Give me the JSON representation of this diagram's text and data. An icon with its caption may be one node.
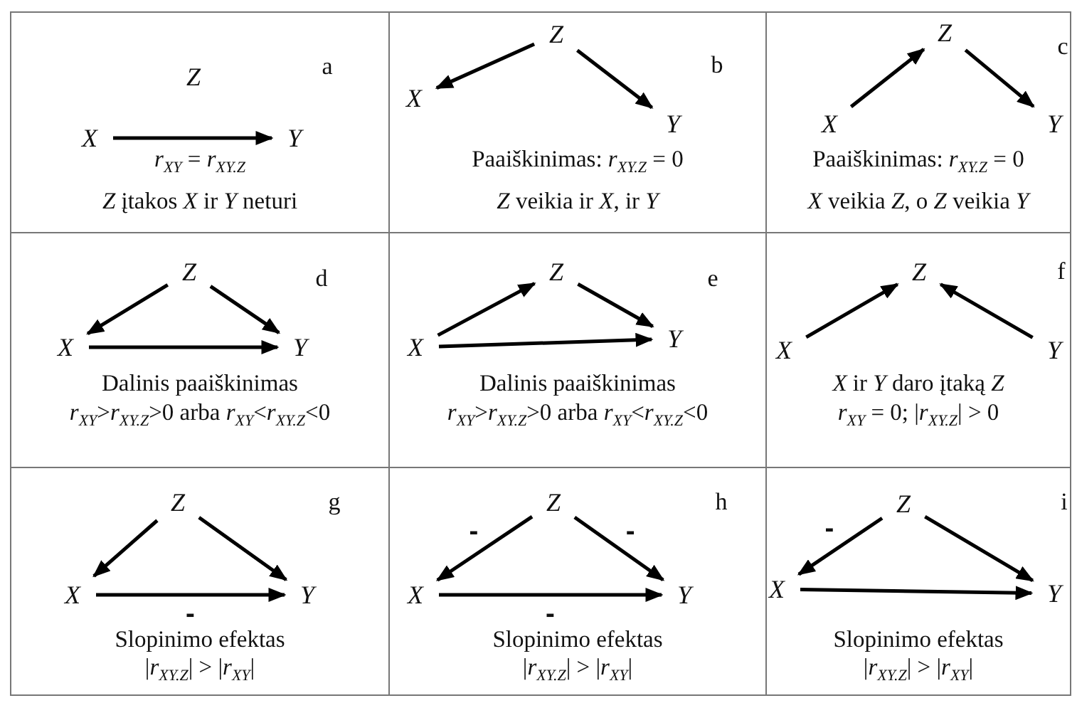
{
  "diagram": {
    "nodes": [
      {
        "text": [
          "a",
          "*r*$_{XY}$ = *r*$_{XY.Z}$",
          "*Z* įtakos *X* ir *Y* neturi"
        ]
      },
      {
        "text": [
          "Z"
        ],
        "in": 0
      },
      {
        "text": [
          "X"
        ],
        "in": 0
      },
      {
        "text": [
          "Y"
        ],
        "in": 0
      },
      {
        "text": [
          "b",
          "Paaiškinimas: *r*$_{XY.Z}$ = 0",
          "*Z* veikia ir *X*, ir *Y*"
        ]
      },
      {
        "text": [
          "Z"
        ],
        "in": 4
      },
      {
        "text": [
          "X"
        ],
        "in": 4
      },
      {
        "text": [
          "Y"
        ],
        "in": 4
      },
      {
        "text": [
          "c",
          "Paaiškinimas: *r*$_{XY.Z}$ = 0",
          "*X* veikia *Z*, o *Z* veikia *Y*"
        ]
      },
      {
        "text": [
          "Z"
        ],
        "in": 8
      },
      {
        "text": [
          "X"
        ],
        "in": 8
      },
      {
        "text": [
          "Y"
        ],
        "in": 8
      },
      {
        "text": [
          "d",
          "Dalinis paaiškinimas",
          "*r*$_{XY}$>*r*$_{XY.Z}$>0 arba *r*$_{XY}$<*r*$_{XY.Z}$<0"
        ]
      },
      {
        "text": [
          "Z"
        ],
        "in": 12
      },
      {
        "text": [
          "X"
        ],
        "in": 12
      },
      {
        "text": [
          "Y"
        ],
        "in": 12
      },
      {
        "text": [
          "e",
          "Dalinis paaiškinimas",
          "*r*$_{XY}$>*r*$_{XY.Z}$>0 arba *r*$_{XY}$<*r*$_{XY.Z}$<0"
        ]
      },
      {
        "text": [
          "Z"
        ],
        "in": 16
      },
      {
        "text": [
          "X"
        ],
        "in": 16
      },
      {
        "text": [
          "Y"
        ],
        "in": 16
      },
      {
        "text": [
          "f",
          "*X* ir *Y* daro įtaką *Z*",
          "*r*$_{XY}$ = 0; |*r*$_{XY.Z}$| > 0"
        ]
      },
      {
        "text": [
          "Z"
        ],
        "in": 20
      },
      {
        "text": [
          "X"
        ],
        "in": 20
      },
      {
        "text": [
          "Y"
        ],
        "in": 20
      },
      {
        "text": [
          "g",
          "Slopinimo efektas",
          "|*r*$_{XY.Z}$| > |*r*$_{XY}$|"
        ]
      },
      {
        "text": [
          "Z"
        ],
        "in": 24
      },
      {
        "text": [
          "X"
        ],
        "in": 24
      },
      {
        "text": [
          "Y"
        ],
        "in": 24
      },
      {
        "text": [
          "h",
          "Slopinimo efektas",
          "|*r*$_{XY.Z}$| > |*r*$_{XY}$|"
        ]
      },
      {
        "text": [
          "Z"
        ],
        "in": 28
      },
      {
        "text": [
          "X"
        ],
        "in": 28
      },
      {
        "text": [
          "Y"
        ],
        "in": 28
      },
      {
        "text": [
          "i",
          "Slopinimo efektas",
          "|*r*$_{XY.Z}$| > |*r*$_{XY}$|"
        ]
      },
      {
        "text": [
          "Z"
        ],
        "in": 32
      },
      {
        "text": [
          "X"
        ],
        "in": 32
      },
      {
        "text": [
          "Y"
        ],
        "in": 32
      }
    ],
    "edges": [
      {
        "from": 2,
        "to": 3,
        "arrow": "to"
      },
      {
        "from": 5,
        "to": 6,
        "arrow": "to"
      },
      {
        "from": 5,
        "to": 7,
        "arrow": "to"
      },
      {
        "from": 10,
        "to": 9,
        "arrow": "to"
      },
      {
        "from": 9,
        "to": 11,
        "arrow": "to"
      },
      {
        "from": 13,
        "to": 14,
        "arrow": "to"
      },
      {
        "from": 13,
        "to": 15,
        "arrow": "to"
      },
      {
        "from": 14,
        "to": 15,
        "arrow": "to"
      },
      {
        "from": 18,
        "to": 17,
        "arrow": "to"
      },
      {
        "from": 17,
        "to": 19,
        "arrow": "to"
      },
      {
        "from": 18,
        "to": 19,
        "arrow": "to"
      },
      {
        "from": 22,
        "to": 21,
        "arrow": "to"
      },
      {
        "from": 23,
        "to": 21,
        "arrow": "to"
      },
      {
        "from": 25,
        "to": 26,
        "arrow": "to"
      },
      {
        "from": 25,
        "to": 27,
        "arrow": "to"
      },
      {
        "from": 26,
        "to": 27,
        "label": "-",
        "arrow": "to"
      },
      {
        "from": 29,
        "to": 30,
        "label": "-",
        "arrow": "to"
      },
      {
        "from": 29,
        "to": 31,
        "label": "-",
        "arrow": "to"
      },
      {
        "from": 30,
        "to": 31,
        "label": "-",
        "arrow": "to"
      },
      {
        "from": 33,
        "to": 34,
        "label": "-",
        "arrow": "to"
      },
      {
        "from": 33,
        "to": 35,
        "arrow": "to"
      },
      {
        "from": 34,
        "to": 35,
        "arrow": "to"
      }
    ]
  }
}
